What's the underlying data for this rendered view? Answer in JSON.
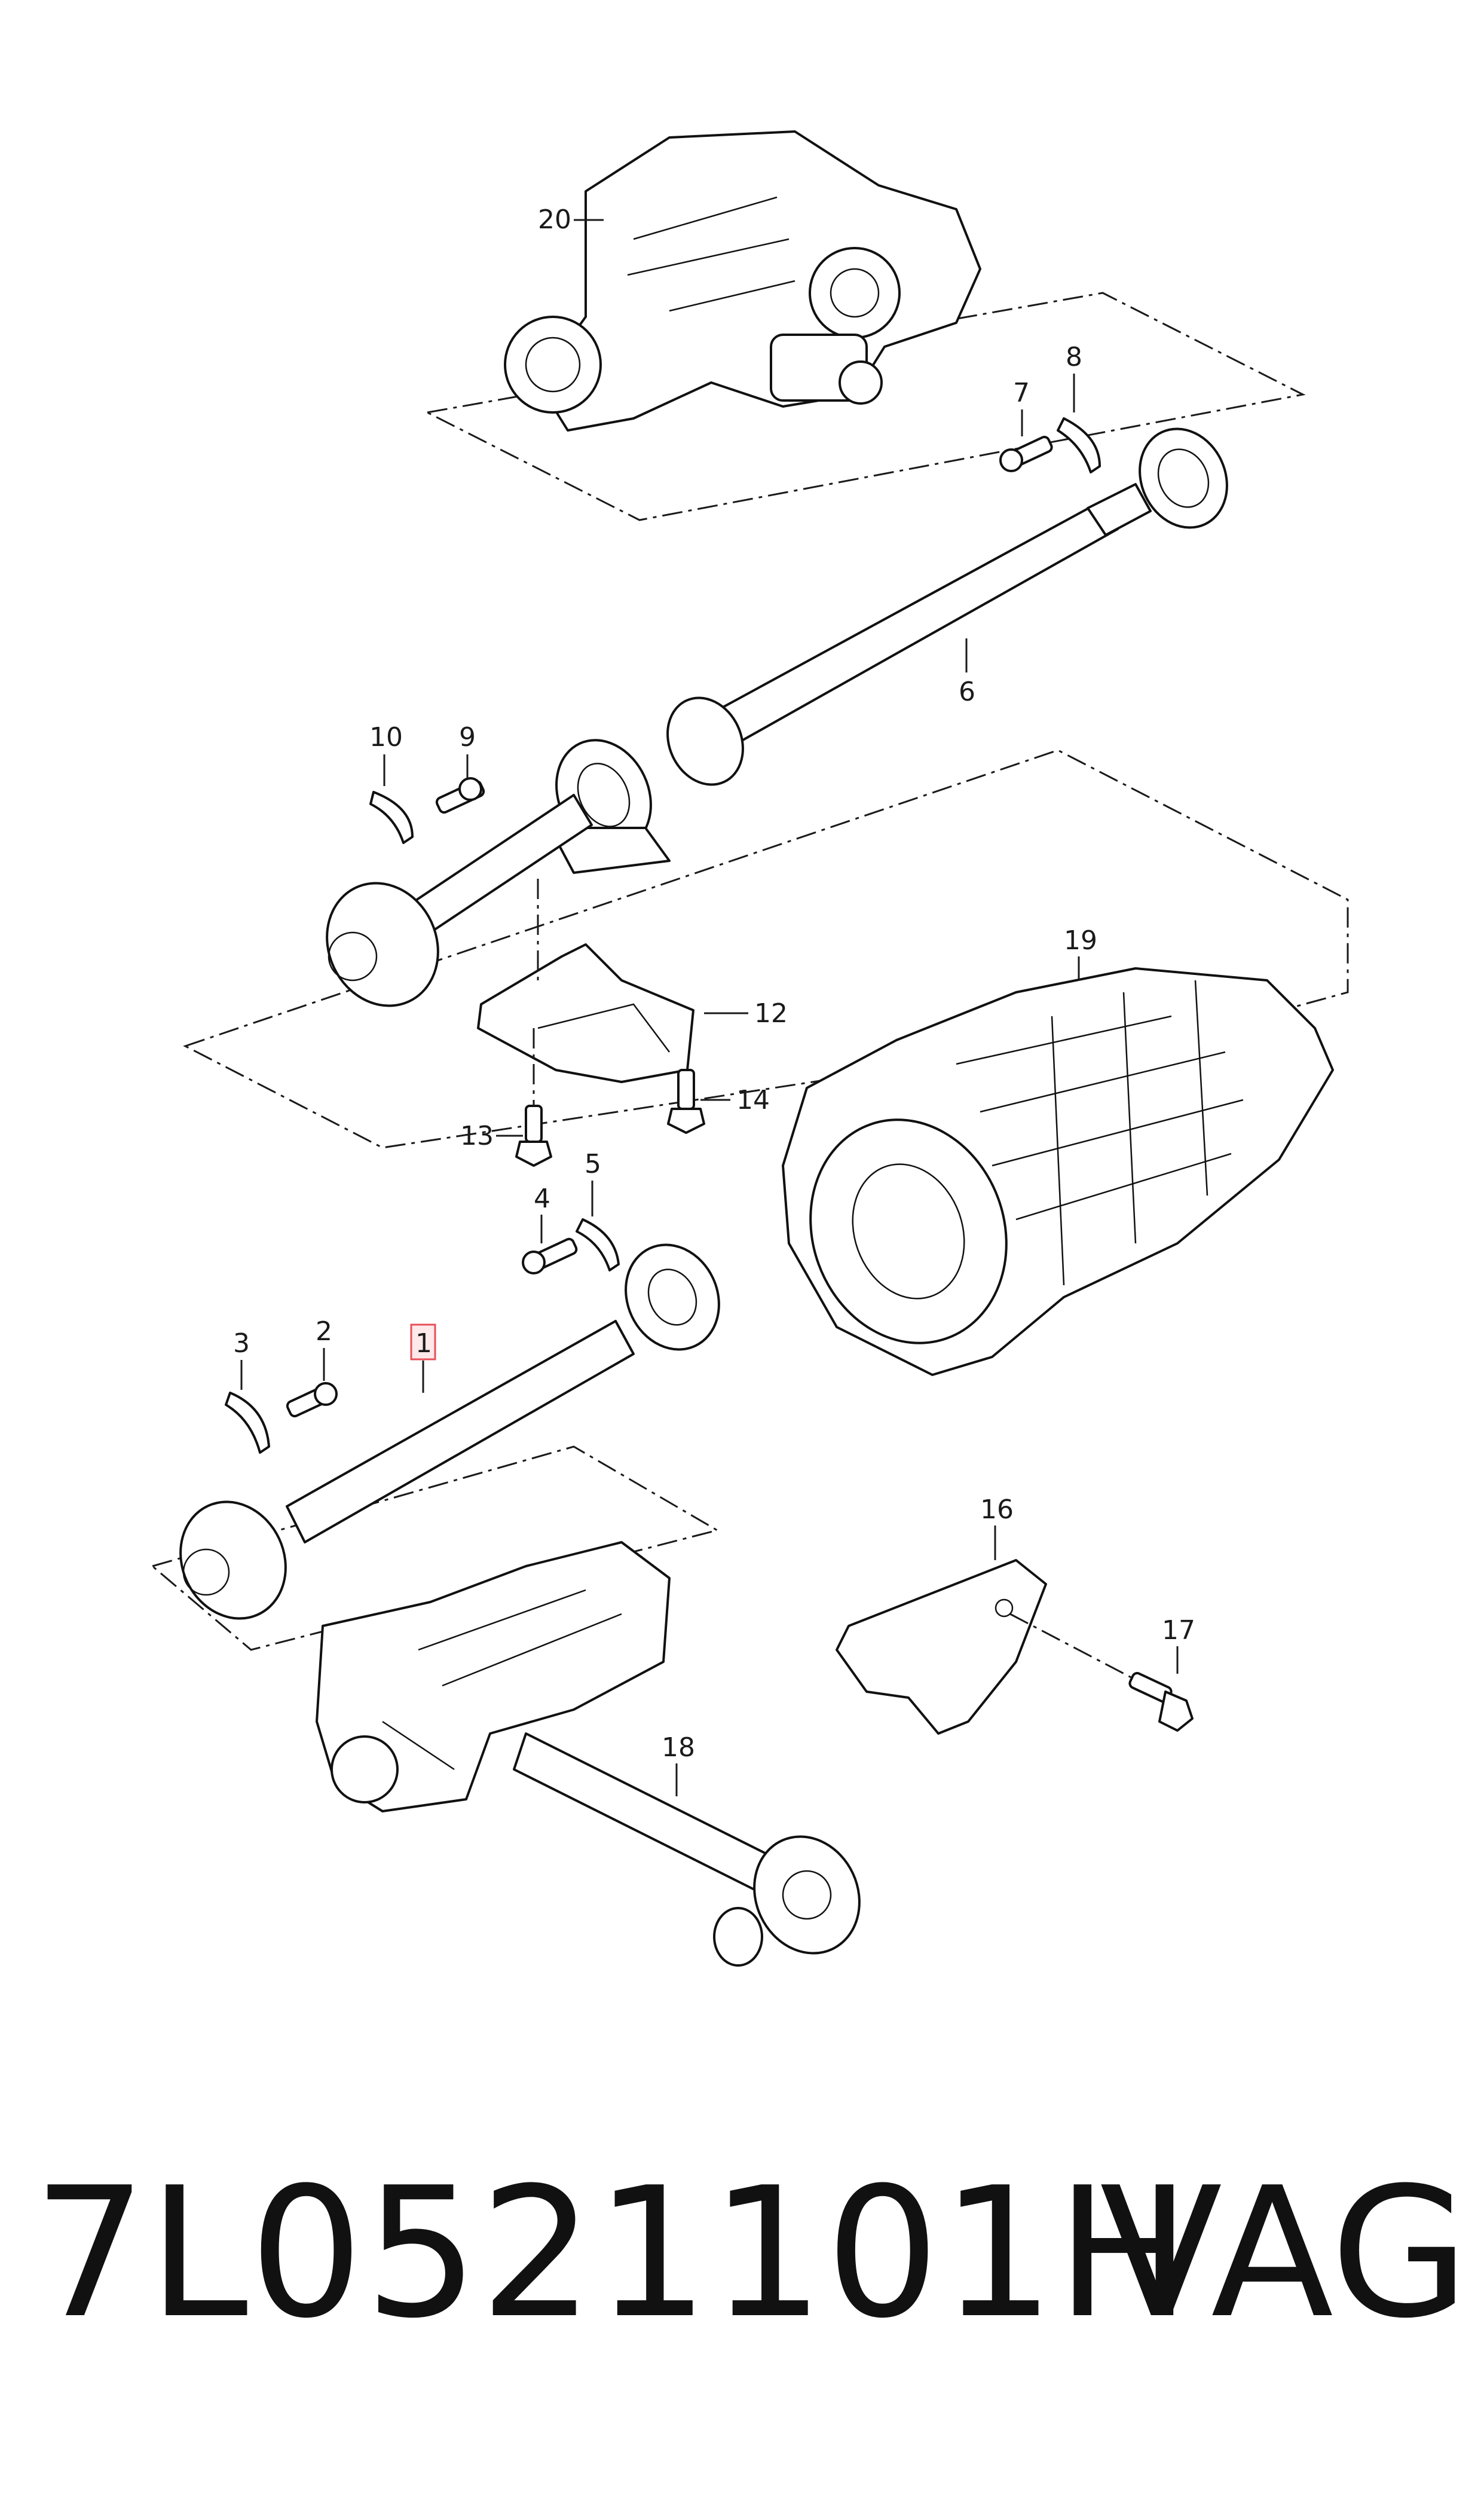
{
  "diagram": {
    "callouts": {
      "c1": "1",
      "c2": "2",
      "c3": "3",
      "c4": "4",
      "c5": "5",
      "c6": "6",
      "c7": "7",
      "c8": "8",
      "c9": "9",
      "c10": "10",
      "c12": "12",
      "c13": "13",
      "c14": "14",
      "c16": "16",
      "c17": "17",
      "c18": "18",
      "c19": "19",
      "c20": "20"
    },
    "highlighted_callout": "1"
  },
  "footer": {
    "part_number": "7L0521101H",
    "brand": "VAG"
  }
}
